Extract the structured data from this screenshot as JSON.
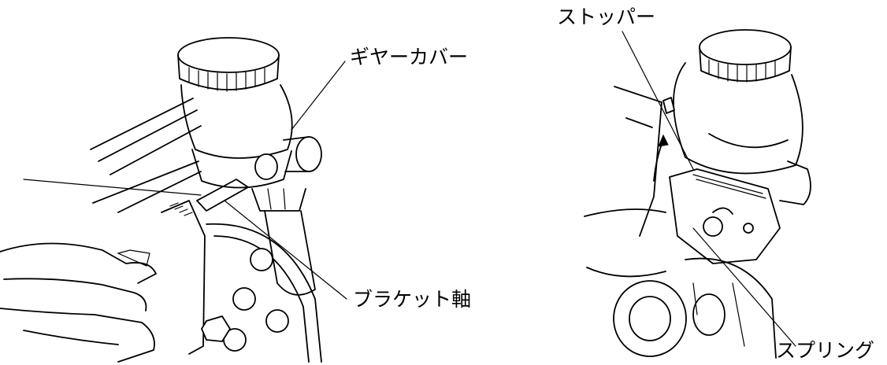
{
  "labels": {
    "gear_cover": "ギヤーカバー",
    "bracket_shaft": "ブラケット軸",
    "stopper": "ストッパー",
    "spring": "スプリング"
  }
}
